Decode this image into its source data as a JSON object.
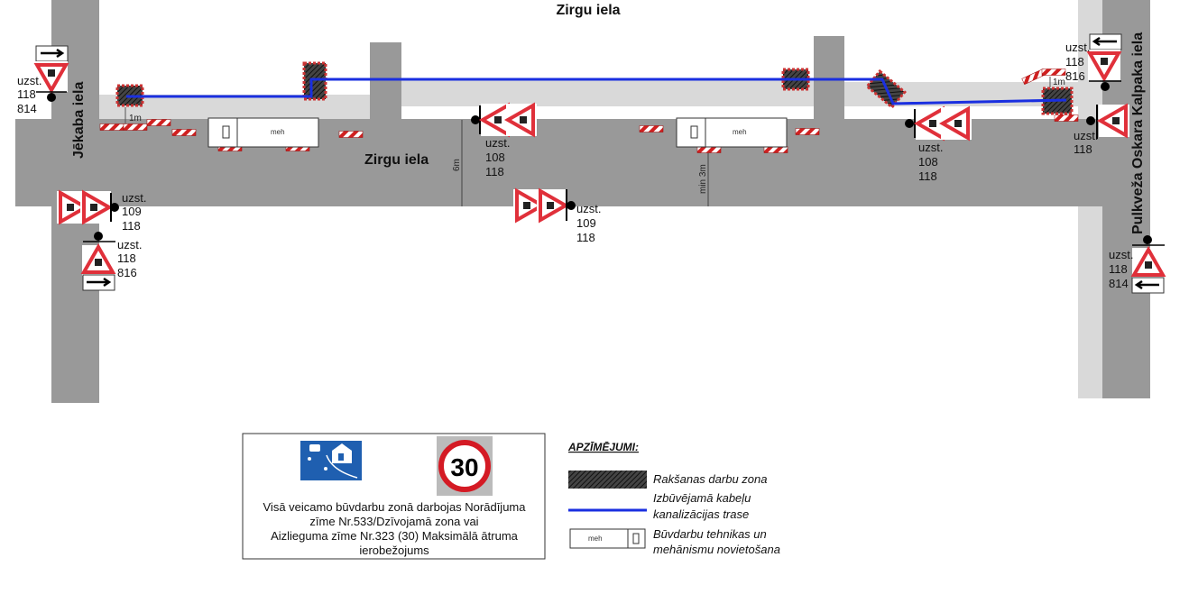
{
  "streets": {
    "top_cut": "Zirgu iela",
    "main": "Zirgu iela",
    "left": "Jēkaba iela",
    "right": "Pulkveža Oskara Kalpaka iela"
  },
  "dimensions": {
    "one_m_left": "1m",
    "one_m_right": "1m",
    "six_m": "6m",
    "min_3m": "min 3m"
  },
  "vehicles": [
    {
      "label": "meh"
    },
    {
      "label": "meh"
    }
  ],
  "sign_groups": [
    {
      "l1": "uzst.",
      "l2": "118",
      "l3": "814"
    },
    {
      "l1": "uzst.",
      "l2": "109",
      "l3": "118"
    },
    {
      "l1": "uzst.",
      "l2": "118",
      "l3": "816"
    },
    {
      "l1": "uzst.",
      "l2": "108",
      "l3": "118"
    },
    {
      "l1": "uzst.",
      "l2": "109",
      "l3": "118"
    },
    {
      "l1": "uzst.",
      "l2": "108",
      "l3": "118"
    },
    {
      "l1": "uzst.",
      "l2": "118",
      "l3": "816"
    },
    {
      "l1": "uzst.",
      "l2": "118"
    },
    {
      "l1": "uzst.",
      "l2": "118",
      "l3": "814"
    }
  ],
  "notice": {
    "speed_limit": "30",
    "lines": [
      "Visā veicamo būvdarbu zonā darbojas Norādījuma",
      "zīme Nr.533/Dzīvojamā zona vai",
      "Aizlieguma zīme Nr.323 (30) Maksimālā ātruma",
      "ierobežojums"
    ]
  },
  "legend": {
    "title": "APZĪMĒJUMI:",
    "items": [
      {
        "lines": [
          "Rakšanas darbu zona"
        ]
      },
      {
        "lines": [
          "Izbūvējamā kabeļu",
          "kanalizācijas trase"
        ]
      },
      {
        "icon_label": "meh",
        "lines": [
          "Būvdarbu tehnikas un",
          "mehānismu novietošana"
        ]
      }
    ]
  },
  "colors": {
    "road": "#999999",
    "sidewalk": "#d9d9d9",
    "cable": "#1a2fe0",
    "sign_red": "#e0303a"
  }
}
